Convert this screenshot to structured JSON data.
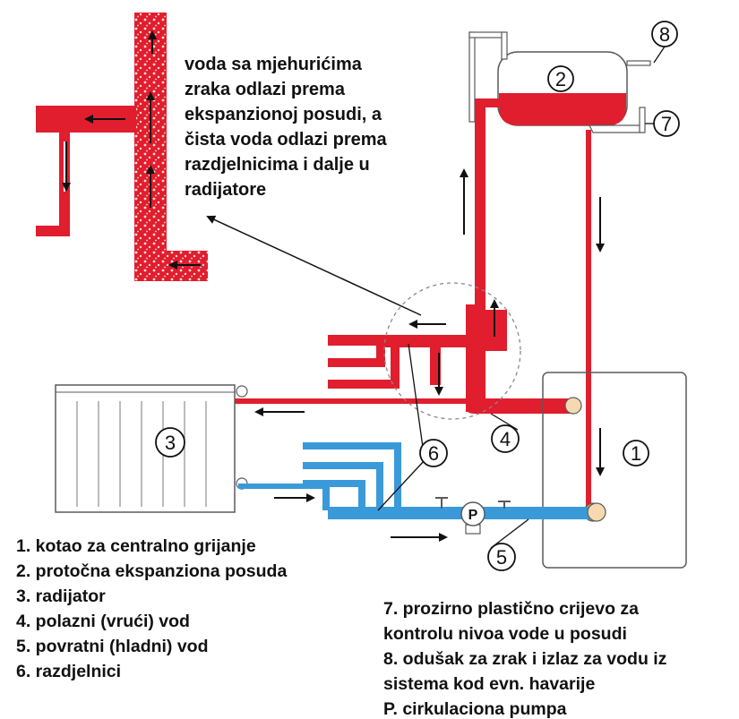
{
  "callout_text": {
    "lines": [
      "voda sa mjehurićima",
      "zraka odlazi prema",
      "ekspanzionoj posudi, a",
      "čista voda odlazi prema",
      "razdjelnicima i dalje u",
      "radijatore"
    ]
  },
  "component_numbers": {
    "boiler": "1",
    "expansion_tank": "2",
    "radiator": "3",
    "flow_pipe": "4",
    "return_pipe": "5",
    "manifolds": "6",
    "level_hose": "7",
    "vent": "8",
    "pump": "P"
  },
  "legend_left": [
    "1. kotao za centralno grijanje",
    "2. protočna ekspanziona posuda",
    "3. radijator",
    "4. polazni (vrući) vod",
    "5. povratni (hladni) vod",
    "6. razdjelnici"
  ],
  "legend_right": [
    "7. prozirno plastično crijevo za",
    "kontrolu nivoa vode u posudi",
    "8. odušak za zrak i izlaz za vodu iz",
    "sistema kod evn. havarije",
    "P. cirkulaciona pumpa"
  ],
  "colors": {
    "hot_water": "#e01e2e",
    "cold_water": "#3a9ad9",
    "air_bubbles": "#f4c4c4",
    "outline": "#5a5a5a",
    "text": "#111111"
  }
}
